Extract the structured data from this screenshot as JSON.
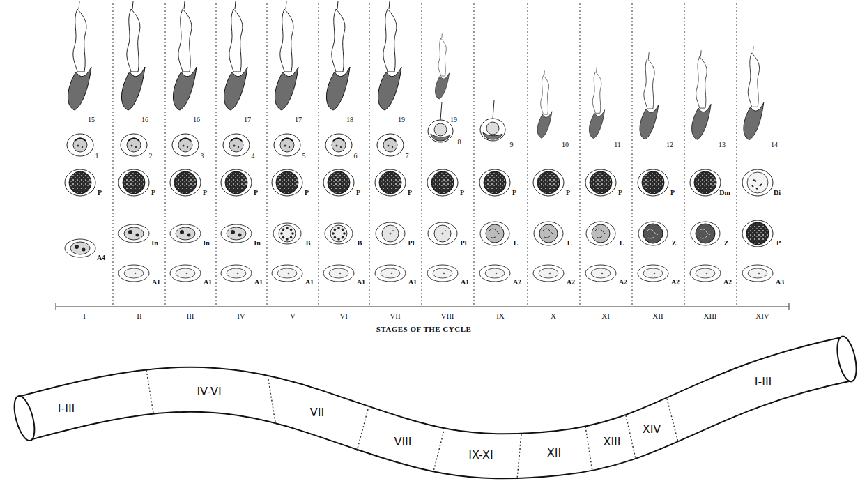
{
  "diagram": {
    "labels": [
      "15",
      "1",
      "P",
      "A4",
      "16",
      "2",
      "P",
      "In",
      "A1",
      "16",
      "3",
      "P",
      "In",
      "A1",
      "17",
      "4",
      "P",
      "In",
      "A1",
      "17",
      "5",
      "P",
      "B",
      "A1",
      "18",
      "6",
      "P",
      "B",
      "A1",
      "19",
      "7",
      "P",
      "Pl",
      "A1",
      "19",
      "8",
      "P",
      "Pl",
      "A1",
      "9",
      "P",
      "L",
      "A2",
      "10",
      "P",
      "L",
      "A2",
      "11",
      "P",
      "L",
      "A2",
      "12",
      "P",
      "Z",
      "A2",
      "13",
      "Dm",
      "Z",
      "A2",
      "14",
      "Di",
      "P",
      "A3",
      "I",
      "II",
      "III",
      "IV",
      "V",
      "VI",
      "VII",
      "VIII",
      "IX",
      "X",
      "XI",
      "XII",
      "XIII",
      "XIV",
      "STAGES OF THE CYCLE",
      "I-III",
      "IV-VI",
      "VII",
      "VIII",
      "IX-XI",
      "XII",
      "XIII",
      "XIV",
      "I-III"
    ]
  }
}
